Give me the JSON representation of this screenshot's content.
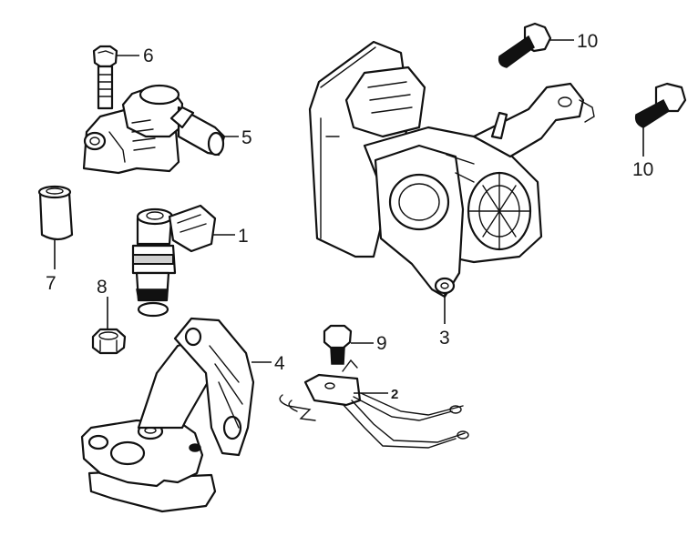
{
  "callouts": [
    {
      "id": "c1",
      "number": "1"
    },
    {
      "id": "c2",
      "number": "2"
    },
    {
      "id": "c3",
      "number": "3"
    },
    {
      "id": "c4",
      "number": "4"
    },
    {
      "id": "c5",
      "number": "5"
    },
    {
      "id": "c6",
      "number": "6"
    },
    {
      "id": "c7",
      "number": "7"
    },
    {
      "id": "c8",
      "number": "8"
    },
    {
      "id": "c9",
      "number": "9"
    },
    {
      "id": "c10a",
      "number": "10"
    },
    {
      "id": "c10b",
      "number": "10"
    }
  ]
}
